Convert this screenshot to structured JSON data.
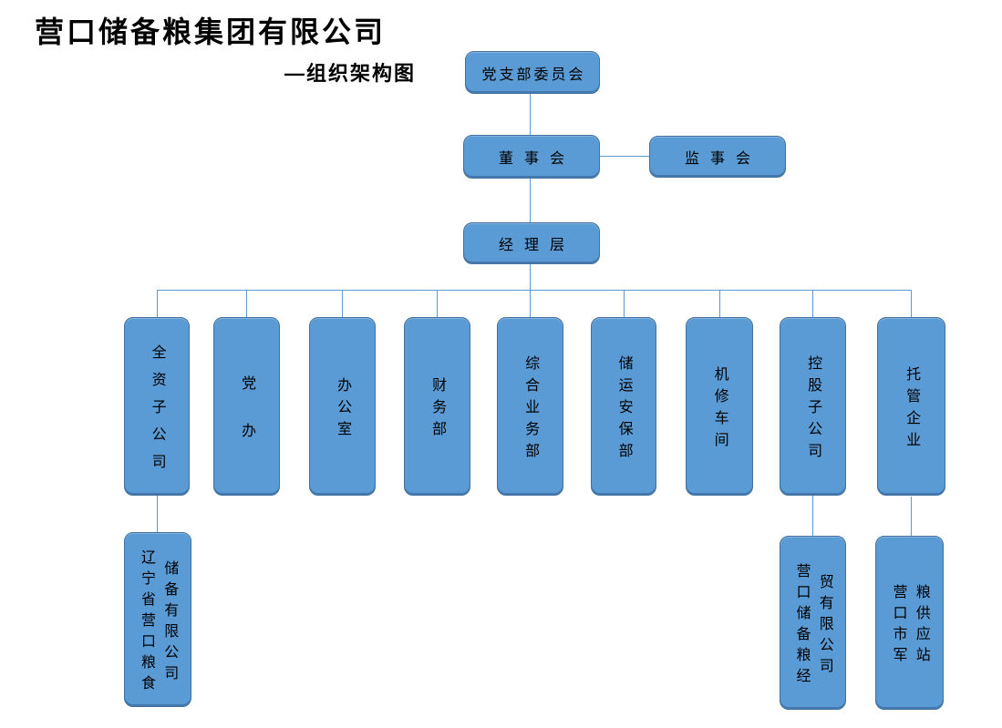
{
  "page": {
    "title": "营口储备粮集团有限公司",
    "subtitle": "—组织架构图"
  },
  "colors": {
    "box_fill": "#5B9BD5",
    "box_border": "#41719C",
    "connector_line": "#5B9BD5",
    "text": "#000000",
    "background": "#FFFFFF"
  },
  "org": {
    "party_committee": {
      "label": "党支部委员会"
    },
    "board": {
      "label": "董事会"
    },
    "supervisory_board": {
      "label": "监事会"
    },
    "management": {
      "label": "经理层"
    },
    "departments": [
      {
        "label": "全资子公司"
      },
      {
        "label": "党办"
      },
      {
        "label": "办公室"
      },
      {
        "label": "财务部"
      },
      {
        "label": "综合业务部"
      },
      {
        "label": "储运安保部"
      },
      {
        "label": "机修车间"
      },
      {
        "label": "控股子公司"
      },
      {
        "label": "托管企业"
      }
    ],
    "subsidiaries": [
      {
        "full_name": "辽宁省营口粮食储备有限公司",
        "columns": [
          "辽宁省营口粮食",
          "储备有限公司"
        ],
        "parent": "全资子公司"
      },
      {
        "full_name": "营口储备粮经贸有限公司",
        "columns": [
          "营口储备粮经",
          "贸有限公司"
        ],
        "parent": "控股子公司"
      },
      {
        "full_name": "营口市军粮供应站",
        "columns": [
          "营口市军",
          "粮供应站"
        ],
        "parent": "托管企业"
      }
    ]
  }
}
